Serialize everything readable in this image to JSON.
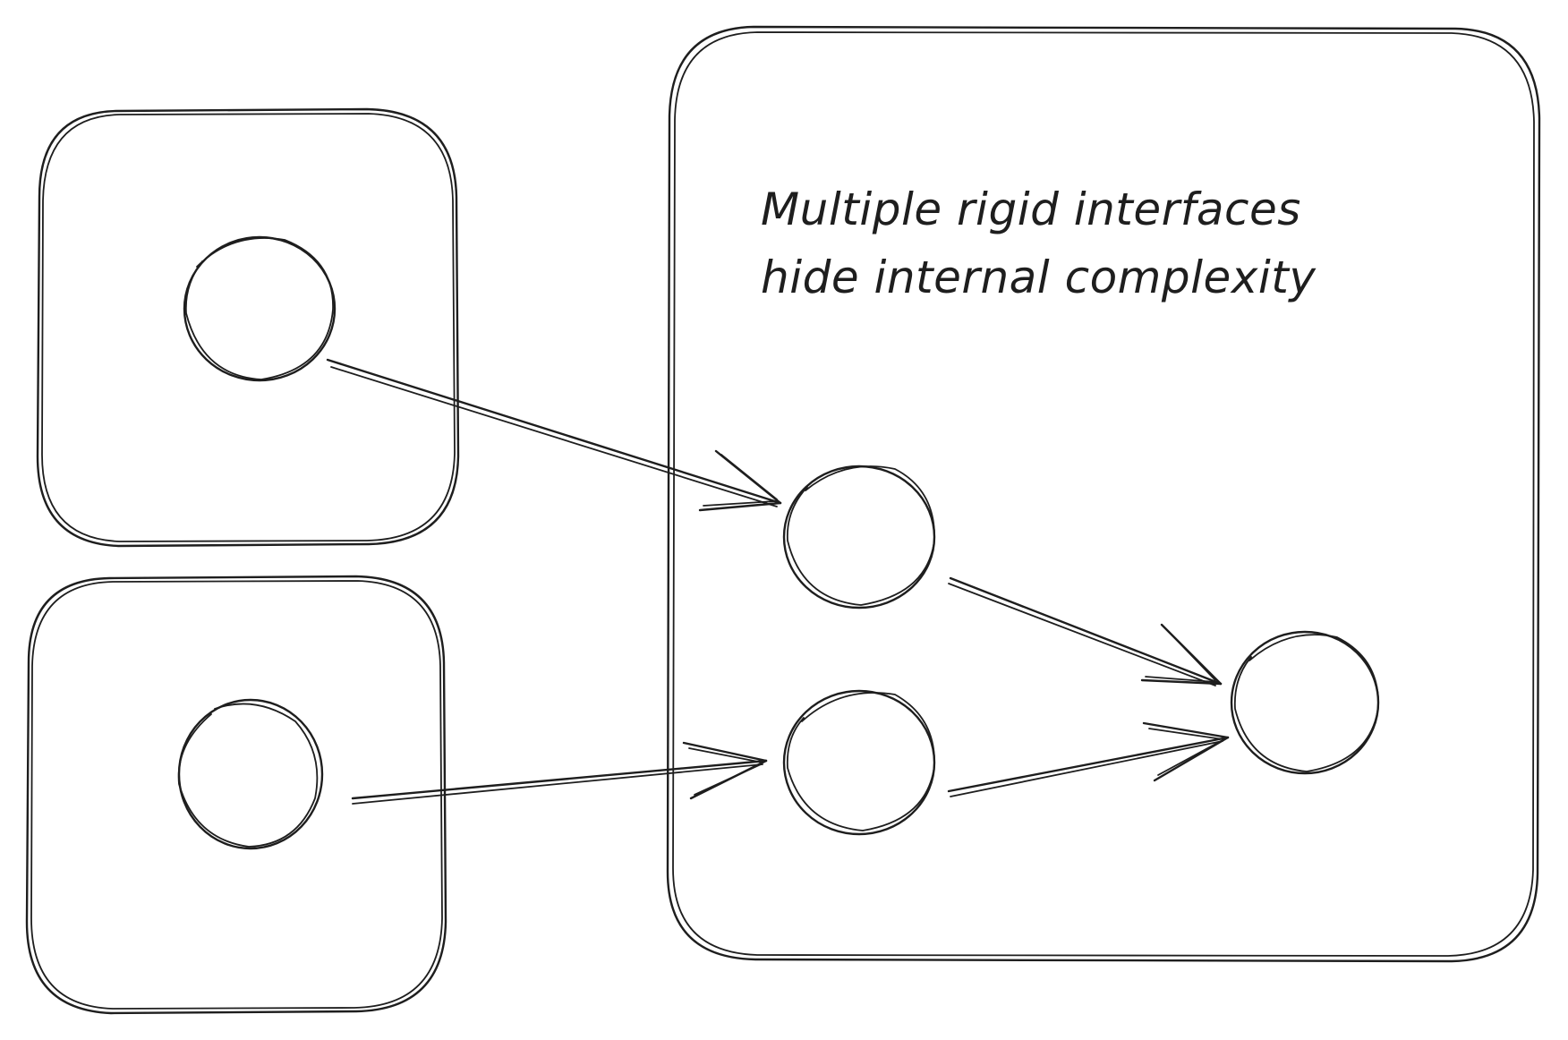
{
  "caption": {
    "line1": "Multiple rigid interfaces",
    "line2": "hide internal complexity"
  },
  "style": {
    "stroke_color": "#1e1e1e",
    "background": "#ffffff"
  },
  "nodes": [
    {
      "id": "source-top",
      "container": "left-top"
    },
    {
      "id": "source-bottom",
      "container": "left-bottom"
    },
    {
      "id": "internal-a",
      "container": "right"
    },
    {
      "id": "internal-b",
      "container": "right"
    },
    {
      "id": "internal-c",
      "container": "right"
    }
  ],
  "edges": [
    {
      "from": "source-top",
      "to": "internal-a"
    },
    {
      "from": "source-bottom",
      "to": "internal-b"
    },
    {
      "from": "internal-a",
      "to": "internal-c"
    },
    {
      "from": "internal-b",
      "to": "internal-c"
    }
  ]
}
